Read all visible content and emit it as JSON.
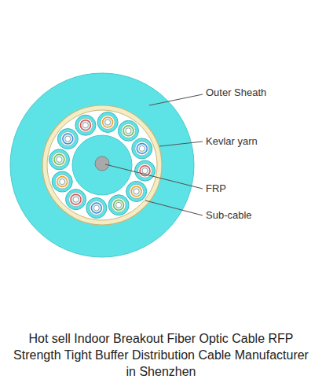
{
  "diagram": {
    "caption": "Hot sell Indoor Breakout Fiber Optic Cable RFP Strength Tight Buffer Distribution Cable Manufacturer in Shenzhen",
    "labels": [
      "Outer Sheath",
      "Kevlar yarn",
      "FRP",
      "Sub-cable"
    ]
  }
}
